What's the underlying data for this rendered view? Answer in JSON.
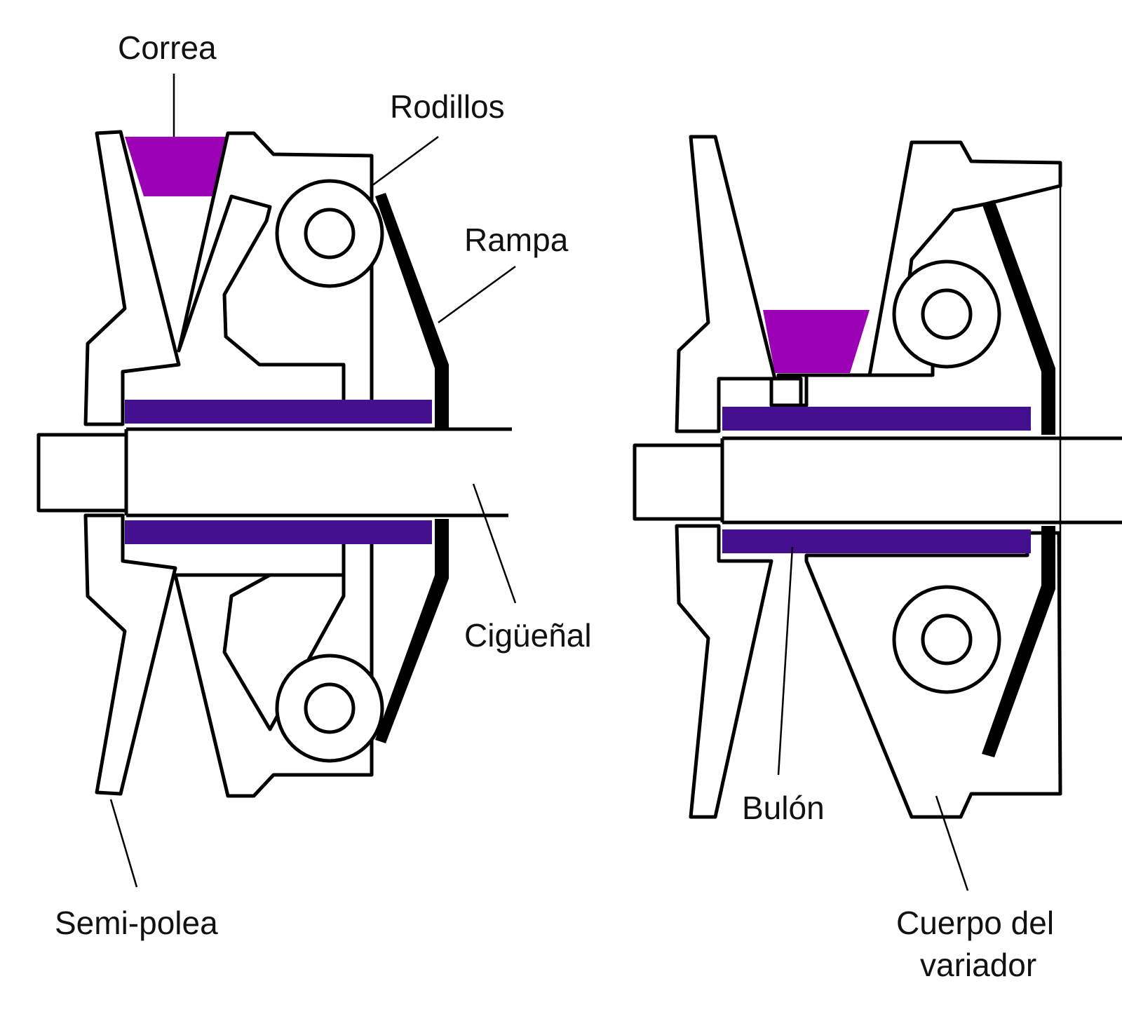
{
  "labels": {
    "correa": "Correa",
    "rodillos": "Rodillos",
    "rampa": "Rampa",
    "ciguenal": "Cigüeñal",
    "semi_polea": "Semi-polea",
    "bulon": "Bulón",
    "cuerpo_line1": "Cuerpo del",
    "cuerpo_line2": "variador"
  },
  "colors": {
    "belt": "#9b00b4",
    "bushing": "#44108f",
    "ramp": "#000000",
    "outline": "#000000",
    "background": "#ffffff"
  }
}
